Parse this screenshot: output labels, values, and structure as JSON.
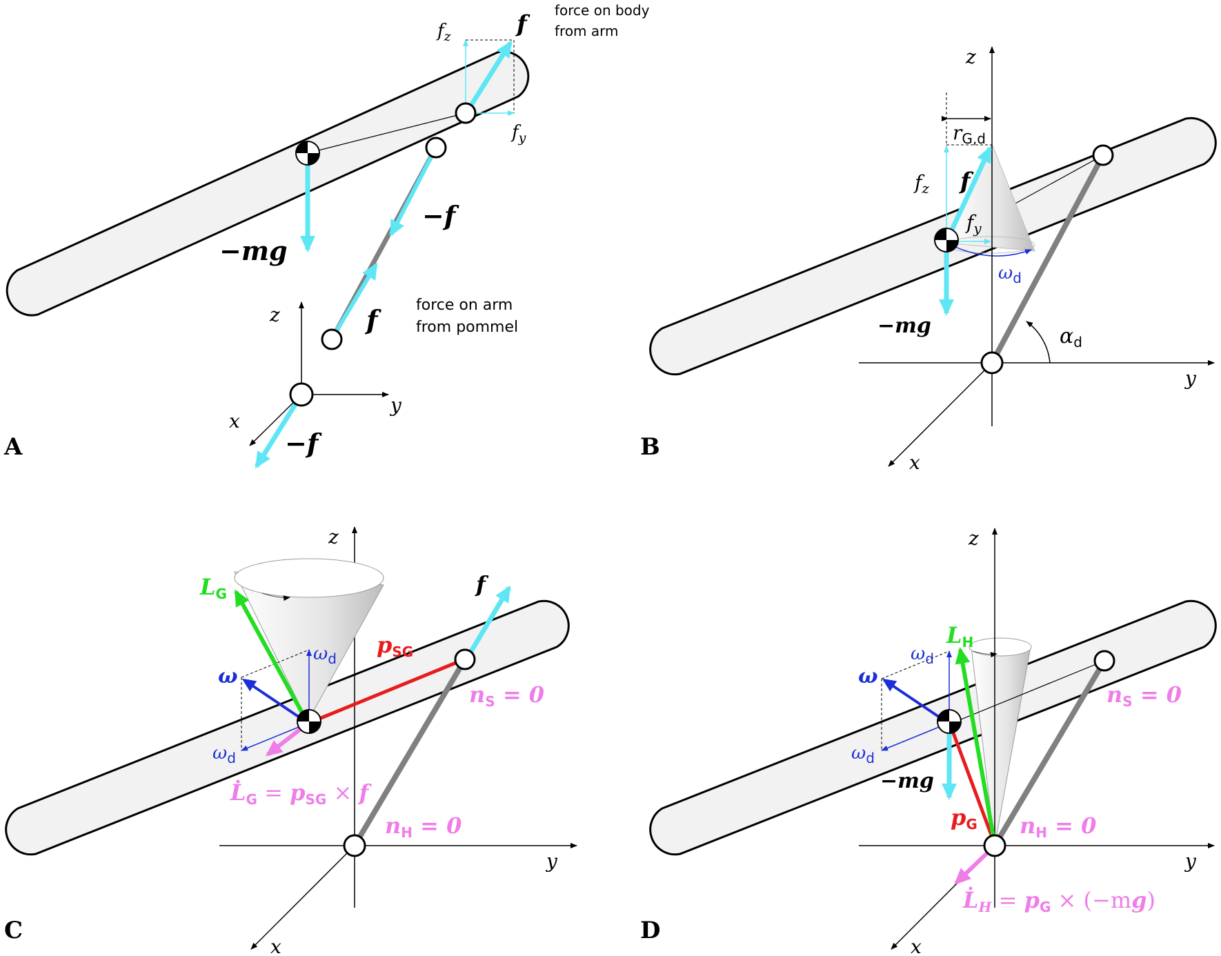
{
  "colors": {
    "force": "#5ee6f5",
    "angular_momentum": "#22dd22",
    "angular_velocity": "#1c2fd6",
    "position": "#e81c1c",
    "moment_rate": "#ef7de8",
    "body_fill": "#f2f2f2",
    "arm": "#808080"
  },
  "panels": {
    "A": {
      "letter": "A",
      "f_top": "f",
      "fz": "f",
      "fz_sub": "z",
      "fy": "f",
      "fy_sub": "y",
      "note_body_1": "force on body",
      "note_body_2": "from arm",
      "neg_f_arm": "−f",
      "neg_mg": "−mg",
      "f_arm": "f",
      "note_arm_1": "force on arm",
      "note_arm_2": "from pommel",
      "axis_z": "z",
      "axis_y": "y",
      "axis_x": "x",
      "neg_f_origin": "−f"
    },
    "B": {
      "letter": "B",
      "axis_z": "z",
      "axis_y": "y",
      "axis_x": "x",
      "r": "r",
      "r_sub": "G,d",
      "fz": "f",
      "fz_sub": "z",
      "f": "f",
      "fy": "f",
      "fy_sub": "y",
      "omega": "ω",
      "omega_sub": "d",
      "neg_mg": "−mg",
      "alpha": "α",
      "alpha_sub": "d"
    },
    "C": {
      "letter": "C",
      "axis_z": "z",
      "axis_y": "y",
      "axis_x": "x",
      "LG": "L",
      "LG_sub": "G",
      "f": "f",
      "pSG": "p",
      "pSG_sub": "SG",
      "omega_d_top": "ω",
      "omega_d_top_sub": "d",
      "omega": "ω",
      "nS": "n",
      "nS_sub": "S",
      "nS_rhs": " = 0",
      "omega_d_left": "ω",
      "omega_d_left_sub": "d",
      "LG_dot": "L",
      "LG_dot_sub": "G",
      "LG_dot_rhs1": " = ",
      "LG_dot_p": "p",
      "LG_dot_p_sub": "SG",
      "LG_dot_rhs2": " × ",
      "LG_dot_f": "f",
      "nH": "n",
      "nH_sub": "H",
      "nH_rhs": " = 0"
    },
    "D": {
      "letter": "D",
      "axis_z": "z",
      "axis_y": "y",
      "axis_x": "x",
      "LH": "L",
      "LH_sub": "H",
      "omega": "ω",
      "omega_d_top": "ω",
      "omega_d_top_sub": "d",
      "nS": "n",
      "nS_sub": "S",
      "nS_rhs": " = 0",
      "omega_d_left": "ω",
      "omega_d_left_sub": "d",
      "neg_mg": "−mg",
      "pG": "p",
      "pG_sub": "G",
      "nH": "n",
      "nH_sub": "H",
      "nH_rhs": " = 0",
      "LH_dot": "L",
      "LH_dot_sub": "H",
      "LH_dot_rhs1": " = ",
      "LH_dot_p": "p",
      "LH_dot_p_sub": "G",
      "LH_dot_rhs2": " × (−m",
      "LH_dot_g": "g",
      "LH_dot_rhs3": ")"
    }
  }
}
